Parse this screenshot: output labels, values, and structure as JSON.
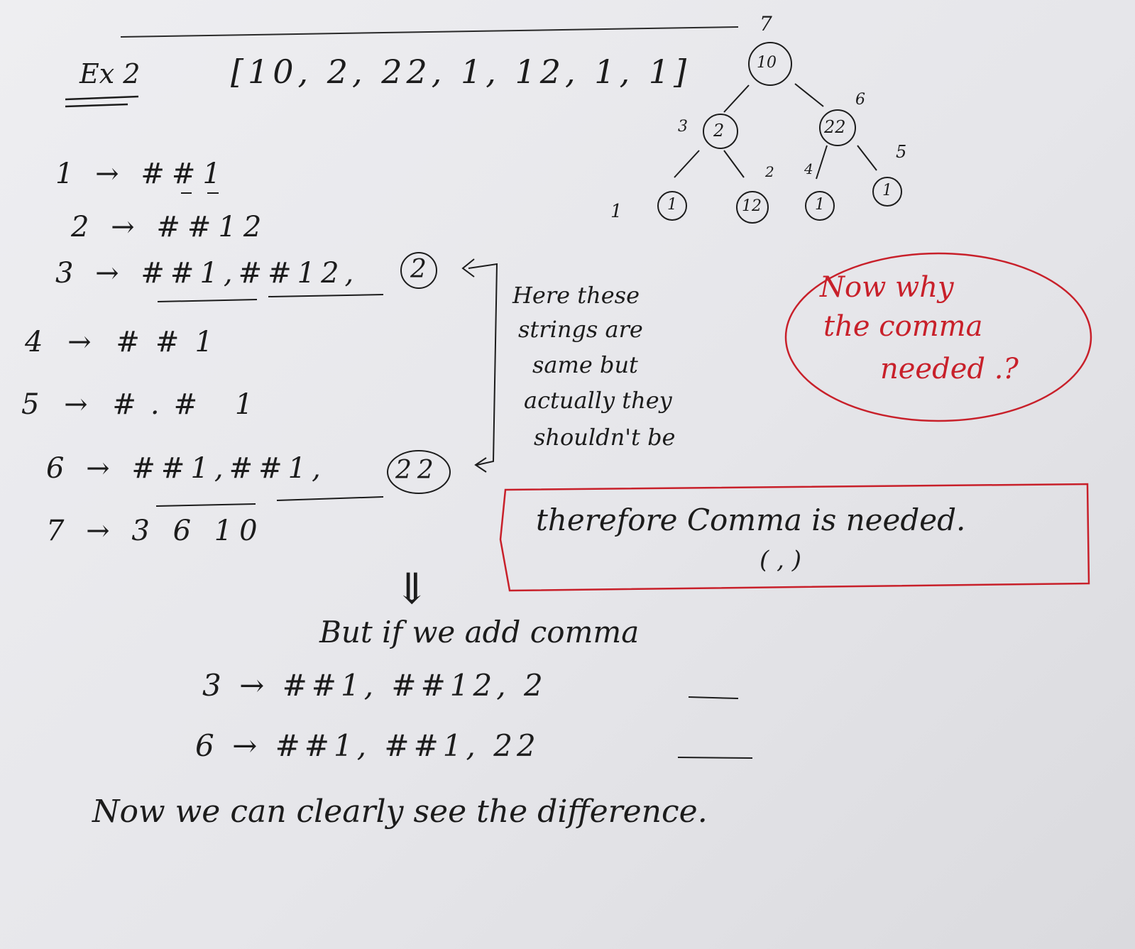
{
  "example": {
    "label": "Ex 2",
    "array": "[10, 2, 22, 1, 12, 1, 1]"
  },
  "steps": [
    {
      "n": "1",
      "arrow": "→",
      "text": "##1"
    },
    {
      "n": "2",
      "arrow": "→",
      "text": "##12"
    },
    {
      "n": "3",
      "arrow": "→",
      "text": "##1,##12,",
      "circled": "2"
    },
    {
      "n": "4",
      "arrow": "→",
      "text": "##1"
    },
    {
      "n": "5",
      "arrow": "→",
      "text": "#.# 1"
    },
    {
      "n": "6",
      "arrow": "→",
      "text": "##1,##1,",
      "circled": "22"
    },
    {
      "n": "7",
      "arrow": "→",
      "text": "3 6 10"
    }
  ],
  "tree": {
    "root": {
      "value": "10",
      "order": "7"
    },
    "left": {
      "value": "2",
      "order": "3"
    },
    "right": {
      "value": "22",
      "order": "6"
    },
    "leaves": [
      {
        "value": "1",
        "order": "1"
      },
      {
        "value": "12",
        "order": "2"
      },
      {
        "value": "1",
        "order": "4"
      },
      {
        "value": "1",
        "order": "5"
      }
    ]
  },
  "side_note": [
    "Here these",
    "strings are",
    "same but",
    "actually they",
    "shouldn't be"
  ],
  "red_question": [
    "Now why",
    "the comma",
    "needed .?"
  ],
  "red_box": [
    "therefore Comma is needed.",
    "( , )"
  ],
  "down_arrow": "⇓",
  "bottom": {
    "line1": "But if we add comma",
    "line2": "3 → ##1, ##12, 2",
    "line3": "6 → ##1, ##1, 22",
    "line4": "Now we can clearly see the difference."
  },
  "colors": {
    "ink": "#1c1c1c",
    "red": "#c8202a",
    "paper": "#e8e8ec"
  }
}
